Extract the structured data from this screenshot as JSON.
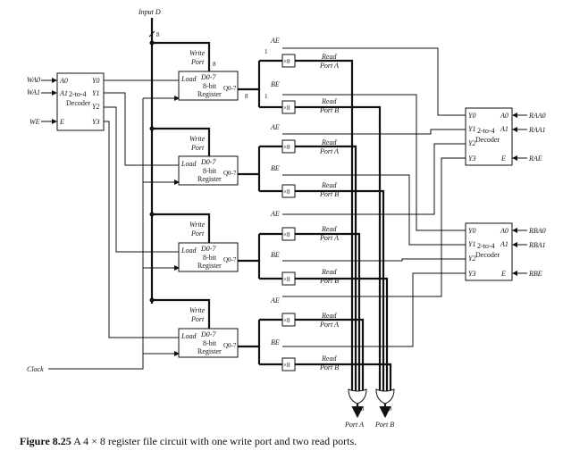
{
  "title": "Input D",
  "bus_width": "8",
  "write_decoder": {
    "name_line1": "2-to-4",
    "name_line2": "Decoder",
    "inputs": [
      "A0",
      "A1",
      "E"
    ],
    "outputs": [
      "Y0",
      "Y1",
      "Y2",
      "Y3"
    ],
    "signals": [
      "WA0",
      "WA1",
      "WE"
    ]
  },
  "register": {
    "write_label": "Write",
    "port_label": "Port",
    "load_label": "Load",
    "d_label": "D0-7",
    "q_label": "Q0-7",
    "name_line1": "8-bit",
    "name_line2": "Register"
  },
  "read_gates": {
    "enable_a": "AE",
    "enable_b": "BE",
    "one": "1",
    "x8": "×8",
    "read": "Read",
    "port_a": "Port A",
    "port_b": "Port B"
  },
  "read_decoder_a": {
    "name_line1": "2-to-4",
    "name_line2": "Decoder",
    "outputs": [
      "Y0",
      "Y1",
      "Y2",
      "Y3"
    ],
    "inputs": [
      "A0",
      "A1",
      "E"
    ],
    "signals": [
      "RAA0",
      "RAA1",
      "RAE"
    ]
  },
  "read_decoder_b": {
    "name_line1": "2-to-4",
    "name_line2": "Decoder",
    "outputs": [
      "Y0",
      "Y1",
      "Y2",
      "Y3"
    ],
    "inputs": [
      "A0",
      "A1",
      "E"
    ],
    "signals": [
      "RBA0",
      "RBA1",
      "RBE"
    ]
  },
  "clock": "Clock",
  "outputs": [
    "Port A",
    "Port B"
  ],
  "caption_bold": "Figure 8.25",
  "caption_text": " A 4 × 8 register file circuit with one write port and two read ports."
}
